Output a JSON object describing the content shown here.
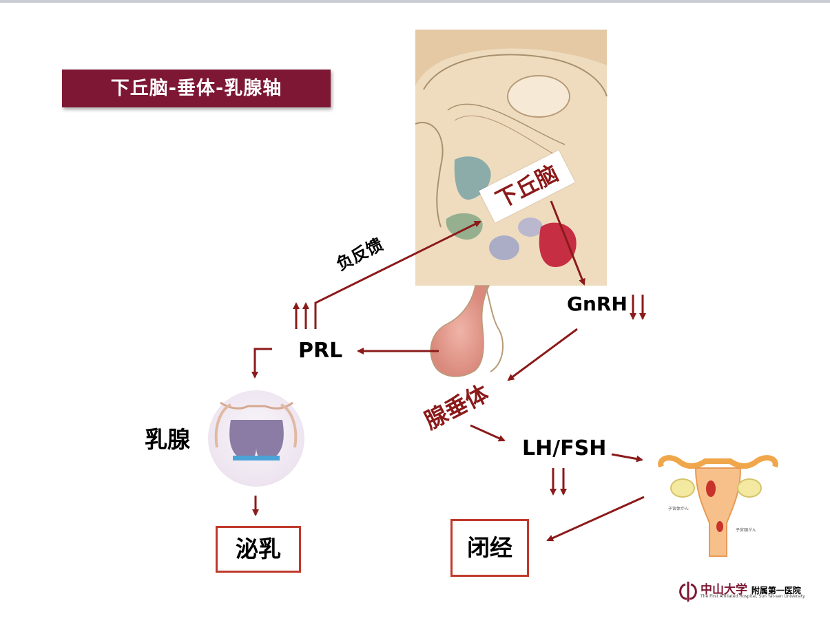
{
  "title": "下丘脑-垂体-乳腺轴",
  "labels": {
    "hypothalamus": "下丘脑",
    "negative_feedback": "负反馈",
    "gnrh": "GnRH",
    "prl": "PRL",
    "pituitary": "腺垂体",
    "lhfsh": "LH/FSH",
    "breast": "乳腺",
    "lactation": "泌乳",
    "amenorrhea": "闭经",
    "uterus_label_1": "子宮体がん",
    "uterus_label_2": "子宮頸がん"
  },
  "logo": {
    "name": "中山大学",
    "unit": "附属第一医院",
    "subtitle": "The First Affiliated Hospital, Sun Yat-sen University"
  },
  "colors": {
    "title_bg": "#7d1734",
    "arrow": "#8b1a1a",
    "box_border": "#c0392b"
  }
}
